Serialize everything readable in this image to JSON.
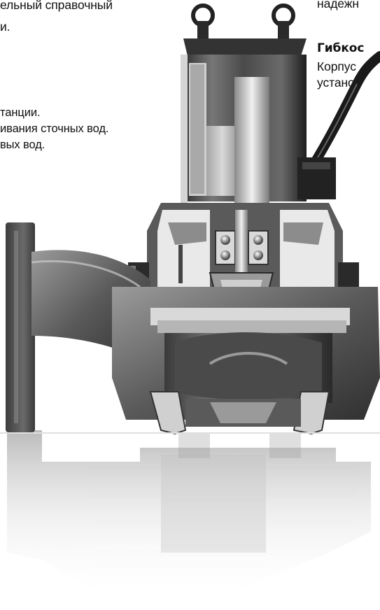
{
  "left_column": {
    "line1": "ельный справочный",
    "line2": "и.",
    "list1": "танции.",
    "list2": "ивания сточных вод.",
    "list3": "вых вод."
  },
  "right_column": {
    "line_top": "надежн",
    "heading": "Гибкос",
    "line1": "Корпус",
    "line2": "установ"
  },
  "colors": {
    "metal_dark": "#2a2a2a",
    "metal_mid": "#6b6b6b",
    "metal_light": "#bdbdbd",
    "cut_face": "#e9e9e9",
    "background": "#ffffff"
  }
}
